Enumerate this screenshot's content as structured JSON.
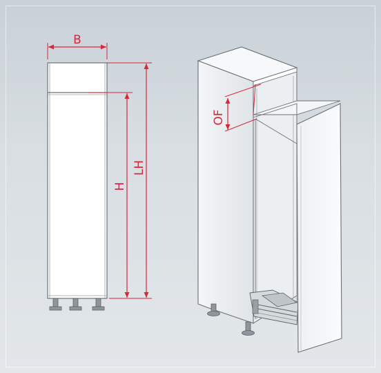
{
  "colors": {
    "background_top": "#c9d1d7",
    "background_bottom": "#e3e7ea",
    "dimension_red": "#d8263c",
    "line_gray": "#6b7075",
    "panel_white": "#ffffff"
  },
  "dimensions": {
    "width_label": "B",
    "height_label": "H",
    "total_height_label": "LH",
    "offset_label": "OF"
  }
}
